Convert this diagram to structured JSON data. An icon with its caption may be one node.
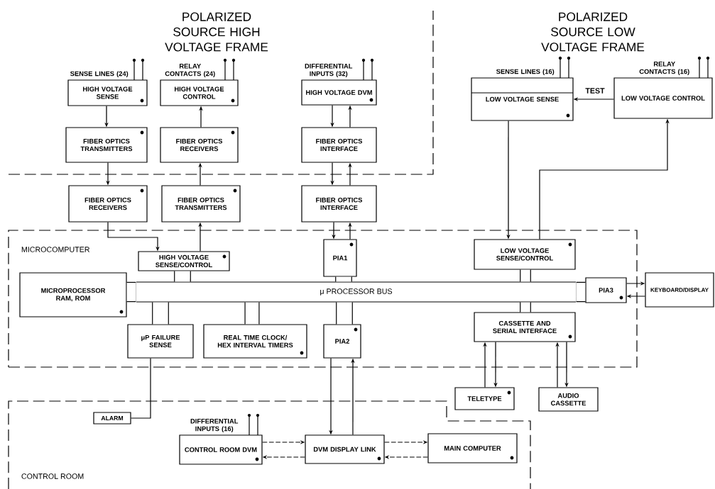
{
  "diagram": {
    "nodes": [
      {
        "text": [
          "MICROCOMPUTER"
        ]
      },
      {
        "text": [
          "CONTROL ROOM"
        ]
      },
      {
        "text": [
          "HIGH VOLTAGE SENSE"
        ],
        "beside": [
          "SENSE LINES (24)"
        ]
      },
      {
        "text": [
          "HIGH VOLTAGE CONTROL"
        ],
        "beside": [
          "RELAY CONTACTS (24)"
        ]
      },
      {
        "text": [
          "HIGH VOLTAGE DVM"
        ],
        "beside": [
          "DIFFERENTIAL INPUTS (32)"
        ]
      },
      {
        "text": [
          "FIBER OPTICS TRANSMITTERS"
        ]
      },
      {
        "text": [
          "FIBER OPTICS RECEIVERS"
        ]
      },
      {
        "text": [
          "FIBER OPTICS INTERFACE"
        ]
      },
      {
        "text": [
          "LOW VOLTAGE SENSE"
        ],
        "beside": [
          "SENSE LINES (16)"
        ]
      },
      {
        "text": [
          "LOW VOLTAGE CONTROL"
        ],
        "beside": [
          "RELAY CONTACTS (16)"
        ]
      },
      {
        "text": [
          "FIBER OPTICS RECEIVERS"
        ]
      },
      {
        "text": [
          "FIBER OPTICS TRANSMITTERS"
        ]
      },
      {
        "text": [
          "FIBER OPTICS INTERFACE"
        ]
      },
      {
        "text": [
          "HIGH VOLTAGE SENSE/CONTROL"
        ],
        "in": 0
      },
      {
        "text": [
          "PIA1"
        ],
        "in": 0
      },
      {
        "text": [
          "LOW VOLTAGE SENSE/CONTROL"
        ],
        "in": 0
      },
      {
        "text": [
          "MICROPROCESSOR RAM, ROM"
        ],
        "in": 0
      },
      {
        "text": [
          "μP FAILURE SENSE"
        ],
        "in": 0
      },
      {
        "text": [
          "REAL TIME CLOCK/ HEX INTERVAL TIMERS"
        ],
        "in": 0
      },
      {
        "text": [
          "PIA2"
        ],
        "in": 0
      },
      {
        "text": [
          "PIA3"
        ],
        "in": 0
      },
      {
        "text": [
          "CASSETTE AND SERIAL INTERFACE"
        ],
        "in": 0
      },
      {
        "text": [
          "KEYBOARD/DISPLAY"
        ]
      },
      {
        "text": [
          "TELETYPE"
        ]
      },
      {
        "text": [
          "AUDIO CASSETTE"
        ]
      },
      {
        "text": [
          "ALARM"
        ],
        "in": 1
      },
      {
        "text": [
          "CONTROL ROOM DVM"
        ],
        "in": 1,
        "beside": [
          "DIFFERENTIAL INPUTS (16)"
        ]
      },
      {
        "text": [
          "DVM DISPLAY LINK"
        ],
        "in": 1
      },
      {
        "text": [
          "MAIN COMPUTER"
        ],
        "in": 1
      },
      {
        "text": [
          "μ PROCESSOR BUS"
        ],
        "in": 0
      }
    ],
    "edges": [
      {
        "from": 2,
        "to": 5,
        "arrow": "to"
      },
      {
        "from": 6,
        "to": 3,
        "arrow": "to"
      },
      {
        "from": 4,
        "to": 7,
        "arrow": "to"
      },
      {
        "from": 7,
        "to": 4,
        "arrow": "to"
      },
      {
        "from": 5,
        "to": 10,
        "arrow": "to"
      },
      {
        "from": 11,
        "to": 6,
        "arrow": "to"
      },
      {
        "from": 7,
        "to": 12,
        "arrow": "to"
      },
      {
        "from": 12,
        "to": 7,
        "arrow": "to"
      },
      {
        "from": 10,
        "to": 13,
        "arrow": "to"
      },
      {
        "from": 13,
        "to": 11,
        "arrow": "to"
      },
      {
        "from": 12,
        "to": 14,
        "arrow": "to"
      },
      {
        "from": 14,
        "to": 12,
        "arrow": "to"
      },
      {
        "from": 8,
        "to": 15,
        "arrow": "to"
      },
      {
        "from": 15,
        "to": 9,
        "arrow": "to"
      },
      {
        "from": 9,
        "to": 8,
        "arrow": "to",
        "label": "TEST"
      },
      {
        "from": 20,
        "to": 22,
        "arrow": "to"
      },
      {
        "from": 22,
        "to": 20,
        "arrow": "to"
      },
      {
        "from": 23,
        "to": 21,
        "arrow": "to"
      },
      {
        "from": 21,
        "to": 23,
        "arrow": "to"
      },
      {
        "from": 24,
        "to": 21,
        "arrow": "to"
      },
      {
        "from": 21,
        "to": 24,
        "arrow": "to"
      },
      {
        "from": 19,
        "to": 27,
        "arrow": "to"
      },
      {
        "from": 27,
        "to": 19,
        "arrow": "to"
      },
      {
        "from": 17,
        "to": 25,
        "arrow": "none"
      },
      {
        "from": 26,
        "to": 27,
        "arrow": "to",
        "style": "dashed"
      },
      {
        "from": 27,
        "to": 26,
        "arrow": "to",
        "style": "dashed"
      },
      {
        "from": 27,
        "to": 28,
        "arrow": "to",
        "style": "dashed"
      },
      {
        "from": 28,
        "to": 27,
        "arrow": "to",
        "style": "dashed"
      },
      {
        "from": 13,
        "to": 29,
        "arrow": "none",
        "style": "thick"
      },
      {
        "from": 14,
        "to": 29,
        "arrow": "none",
        "style": "thick"
      },
      {
        "from": 15,
        "to": 29,
        "arrow": "none",
        "style": "thick"
      },
      {
        "from": 16,
        "to": 29,
        "arrow": "none",
        "style": "thick"
      },
      {
        "from": 17,
        "to": 29,
        "arrow": "none",
        "style": "thick"
      },
      {
        "from": 18,
        "to": 29,
        "arrow": "none",
        "style": "thick"
      },
      {
        "from": 19,
        "to": 29,
        "arrow": "none",
        "style": "thick"
      },
      {
        "from": 20,
        "to": 29,
        "arrow": "none",
        "style": "thick"
      },
      {
        "from": 21,
        "to": 29,
        "arrow": "none",
        "style": "thick"
      }
    ],
    "labels": [
      "POLARIZED SOURCE HIGH VOLTAGE FRAME",
      "POLARIZED SOURCE LOW VOLTAGE FRAME"
    ]
  }
}
